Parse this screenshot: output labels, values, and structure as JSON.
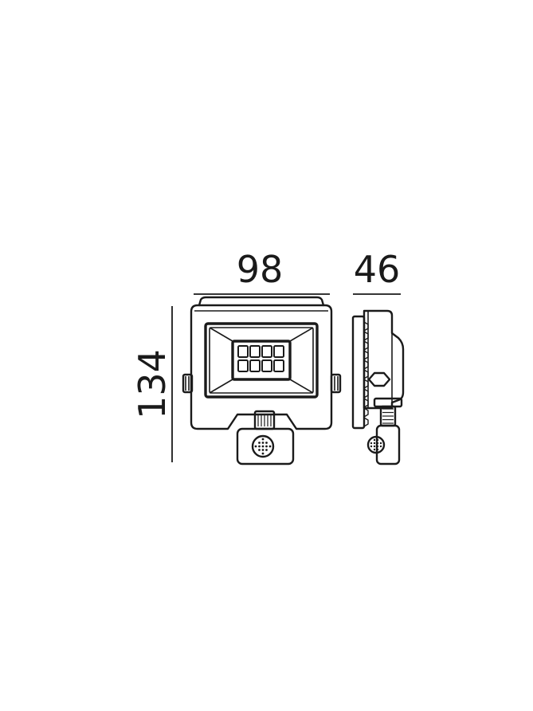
{
  "dimensions": {
    "width": "98",
    "depth": "46",
    "height": "134"
  },
  "colors": {
    "line": "#1a1a1a",
    "background": "#ffffff"
  }
}
